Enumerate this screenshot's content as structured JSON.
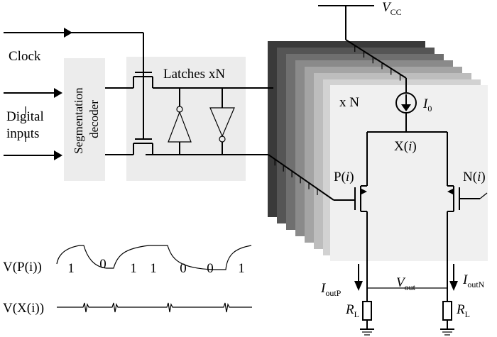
{
  "clock_label": "Clock",
  "digital_inputs_label": [
    "Digital",
    "inputs"
  ],
  "segmentation_decoder_label": [
    "Segmentation",
    "decoder"
  ],
  "latches_label": "Latches xN",
  "vcc": {
    "main": "V",
    "sub": "CC"
  },
  "xn_label": "x N",
  "i0": {
    "main": "I",
    "sub": "0"
  },
  "x_node": {
    "pre": "X(",
    "var": "i",
    "post": ")"
  },
  "p_node": {
    "pre": "P(",
    "var": "i",
    "post": ")"
  },
  "n_node": {
    "pre": "N(",
    "var": "i",
    "post": ")"
  },
  "ioutp": {
    "main": "I",
    "sub": "outP"
  },
  "ioutn": {
    "main": "I",
    "sub": "outN"
  },
  "vout": {
    "main": "V",
    "sub": "out"
  },
  "rl_left": {
    "main": "R",
    "sub": "L"
  },
  "rl_right": {
    "main": "R",
    "sub": "L"
  },
  "vp_label": "V(P(i))",
  "vx_label": "V(X(i))",
  "bits": [
    "1",
    "0",
    "1",
    "1",
    "0",
    "0",
    "1"
  ],
  "layer_colors": [
    "#3a3a3a",
    "#555555",
    "#6f6f6f",
    "#8a8a8a",
    "#a4a4a4",
    "#bdbdbd",
    "#d2d2d2"
  ],
  "block_fill": "#ececec",
  "front_panel_fill": "#f0f0f0"
}
